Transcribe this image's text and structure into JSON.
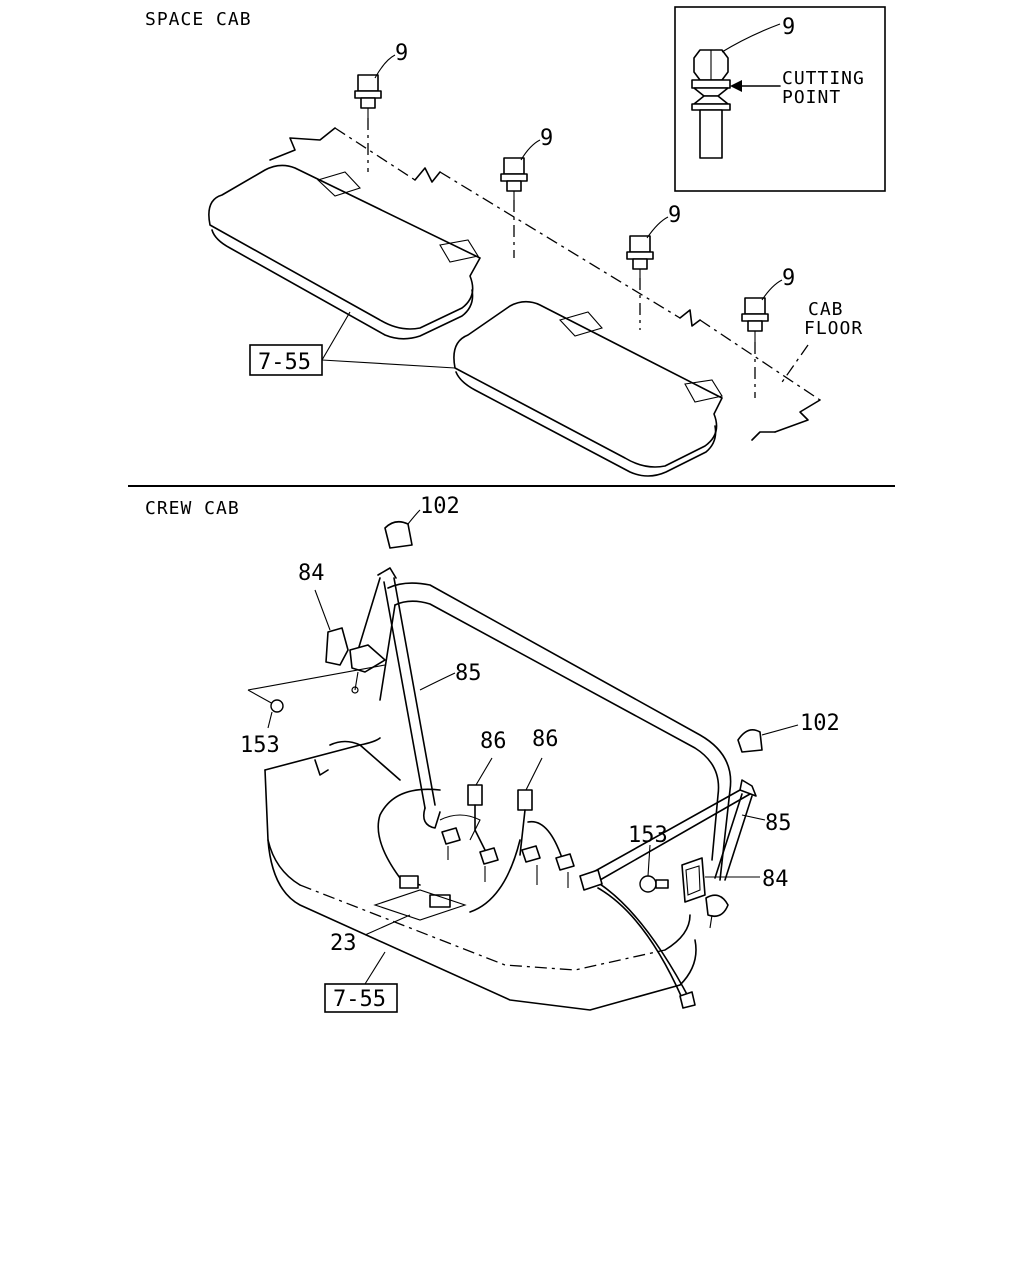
{
  "sections": {
    "space_cab": "SPACE CAB",
    "crew_cab": "CREW CAB"
  },
  "space_cab": {
    "bolt_callout": "9",
    "inset": {
      "callout": "9",
      "cutting_line1": "CUTTING",
      "cutting_line2": "POINT"
    },
    "cab_floor_line1": "CAB",
    "cab_floor_line2": "FLOOR",
    "ref": "7-55"
  },
  "crew_cab": {
    "callouts": {
      "c102": "102",
      "c84": "84",
      "c85": "85",
      "c153": "153",
      "c86": "86",
      "c23": "23"
    },
    "ref": "7-55"
  }
}
